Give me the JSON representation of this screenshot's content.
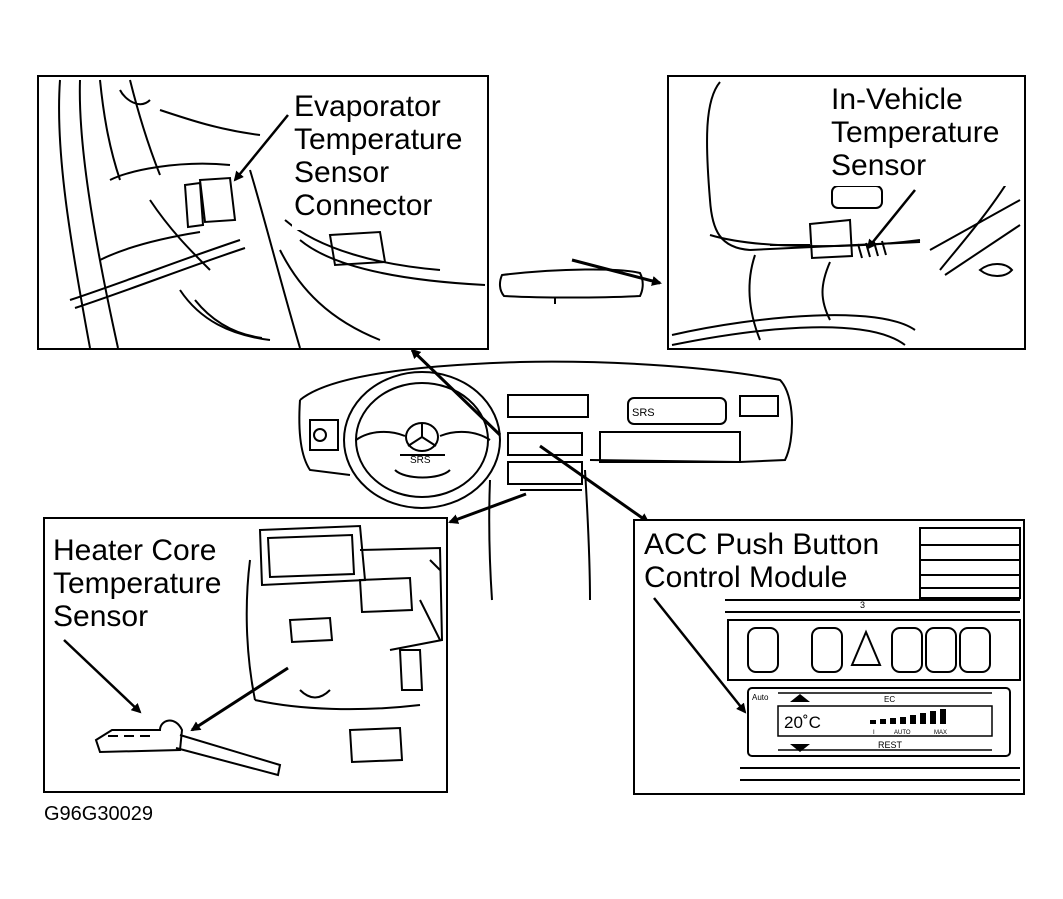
{
  "callouts": {
    "evaporator": [
      "Evaporator",
      "Temperature",
      "Sensor",
      "Connector"
    ],
    "in_vehicle": [
      "In-Vehicle",
      "Temperature",
      "Sensor"
    ],
    "heater_core": [
      "Heater Core",
      "Temperature",
      "Sensor"
    ],
    "acc_module": [
      "ACC Push Button",
      "Control Module"
    ]
  },
  "dashboard": {
    "srs_wheel": "SRS",
    "srs_panel": "SRS"
  },
  "acc_panel": {
    "temperature": "20˚C",
    "auto_button": "Auto",
    "ec_button": "EC",
    "rest_button": "REST",
    "auto_scale": "AUTO",
    "max_scale": "MAX",
    "min_scale": "I",
    "vent_label": "3"
  },
  "figure_code": "G96G30029"
}
